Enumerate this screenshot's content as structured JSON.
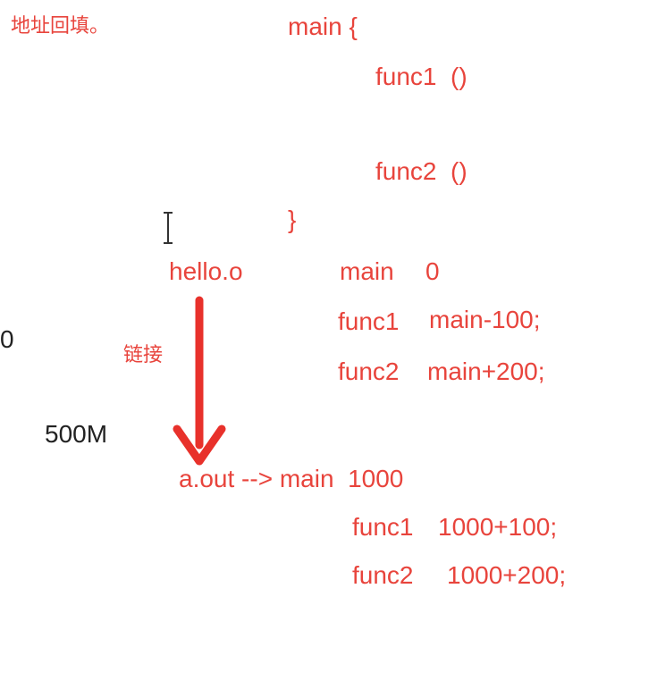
{
  "heading": "地址回填。",
  "source": {
    "open": "main {",
    "call1": "func1  ()",
    "call2": "func2  ()",
    "close": "}"
  },
  "object_file": {
    "name": "hello.o",
    "rows": [
      {
        "sym": "main",
        "addr": "0"
      },
      {
        "sym": "func1",
        "addr": "main-100;"
      },
      {
        "sym": "func2",
        "addr": "main+200;"
      }
    ]
  },
  "link_label": "链接",
  "left_labels": {
    "zero": "0",
    "size": "500M"
  },
  "executable": {
    "line": "a.out --> main  1000",
    "rows": [
      {
        "sym": "func1",
        "addr": "1000+100;"
      },
      {
        "sym": "func2",
        "addr": "1000+200;"
      }
    ]
  },
  "colors": {
    "text_red": "#e8443c",
    "arrow_red": "#e8312b",
    "text_black": "#222222"
  },
  "icons": {
    "cursor": "text-cursor-icon",
    "arrow": "arrow-down-icon"
  }
}
